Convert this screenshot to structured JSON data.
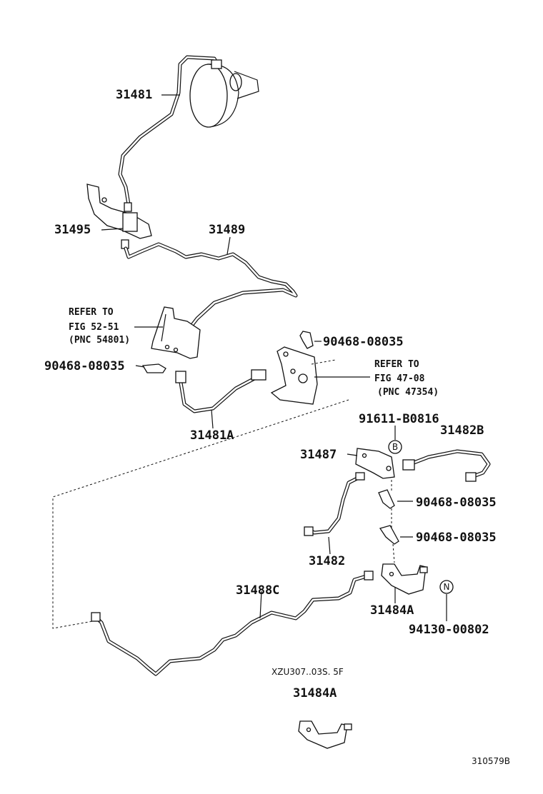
{
  "parts": {
    "p31481": "31481",
    "p31495": "31495",
    "p31489": "31489",
    "refer1_l1": "REFER TO",
    "refer1_l2": "FIG 52-51",
    "refer1_l3": "(PNC 54801)",
    "clip_a": "90468-08035",
    "clip_b": "90468-08035",
    "refer2_l1": "REFER TO",
    "refer2_l2": "FIG 47-08",
    "refer2_l3": "(PNC 47354)",
    "p31481A": "31481A",
    "bolt": "91611-B0816",
    "p31482B": "31482B",
    "p31487": "31487",
    "clip_c": "90468-08035",
    "clip_d": "90468-08035",
    "p31482": "31482",
    "p31488C": "31488C",
    "p31484A": "31484A",
    "nut": "94130-00802",
    "variant": "XZU307..03S. 5F",
    "p31484A_alt": "31484A",
    "figure_no": "310579B"
  },
  "markers": {
    "bolt_mark": "B",
    "nut_mark": "N"
  }
}
